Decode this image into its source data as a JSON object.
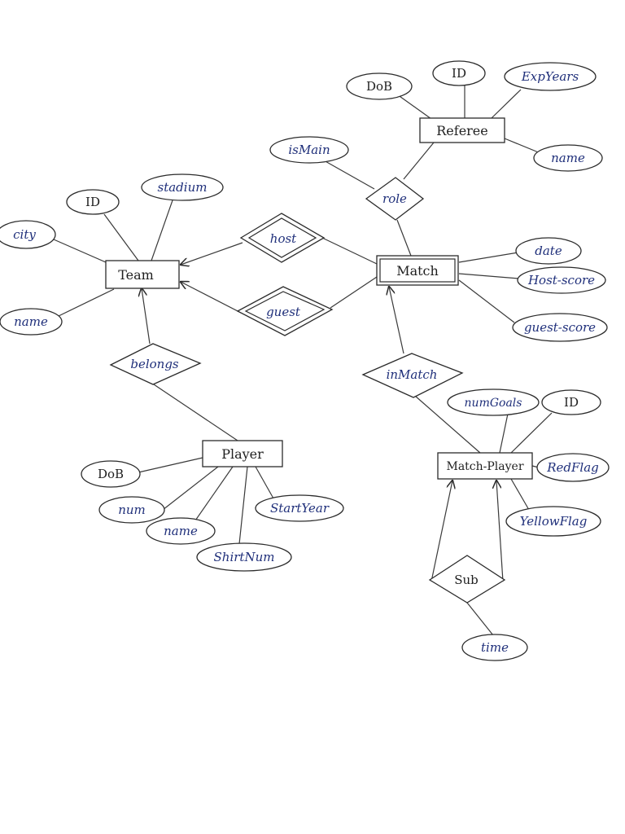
{
  "colors": {
    "ink_blue": "#1f2f7a",
    "ink_black": "#1e1e1e",
    "paper": "#ffffff"
  },
  "entities": {
    "team": "Team",
    "match": "Match",
    "referee": "Referee",
    "player": "Player",
    "match_player": "Match-Player"
  },
  "relationships": {
    "host": "host",
    "guest": "guest",
    "role": "role",
    "belongs": "belongs",
    "in_match": "inMatch",
    "sub": "Sub"
  },
  "attributes": {
    "team_id": "ID",
    "team_stadium": "stadium",
    "team_city": "city",
    "team_name": "name",
    "referee_dob": "DoB",
    "referee_id": "ID",
    "referee_exp_years": "ExpYears",
    "referee_name": "name",
    "role_is_main": "isMain",
    "match_date": "date",
    "match_host_score": "Host-score",
    "match_guest_score": "guest-score",
    "player_dob": "DoB",
    "player_num": "num",
    "player_name": "name",
    "player_shirt_num": "ShirtNum",
    "player_start_year": "StartYear",
    "mp_num_goals": "numGoals",
    "mp_id": "ID",
    "mp_red_flag": "RedFlag",
    "mp_yellow_flag": "YellowFlag",
    "sub_time": "time"
  }
}
